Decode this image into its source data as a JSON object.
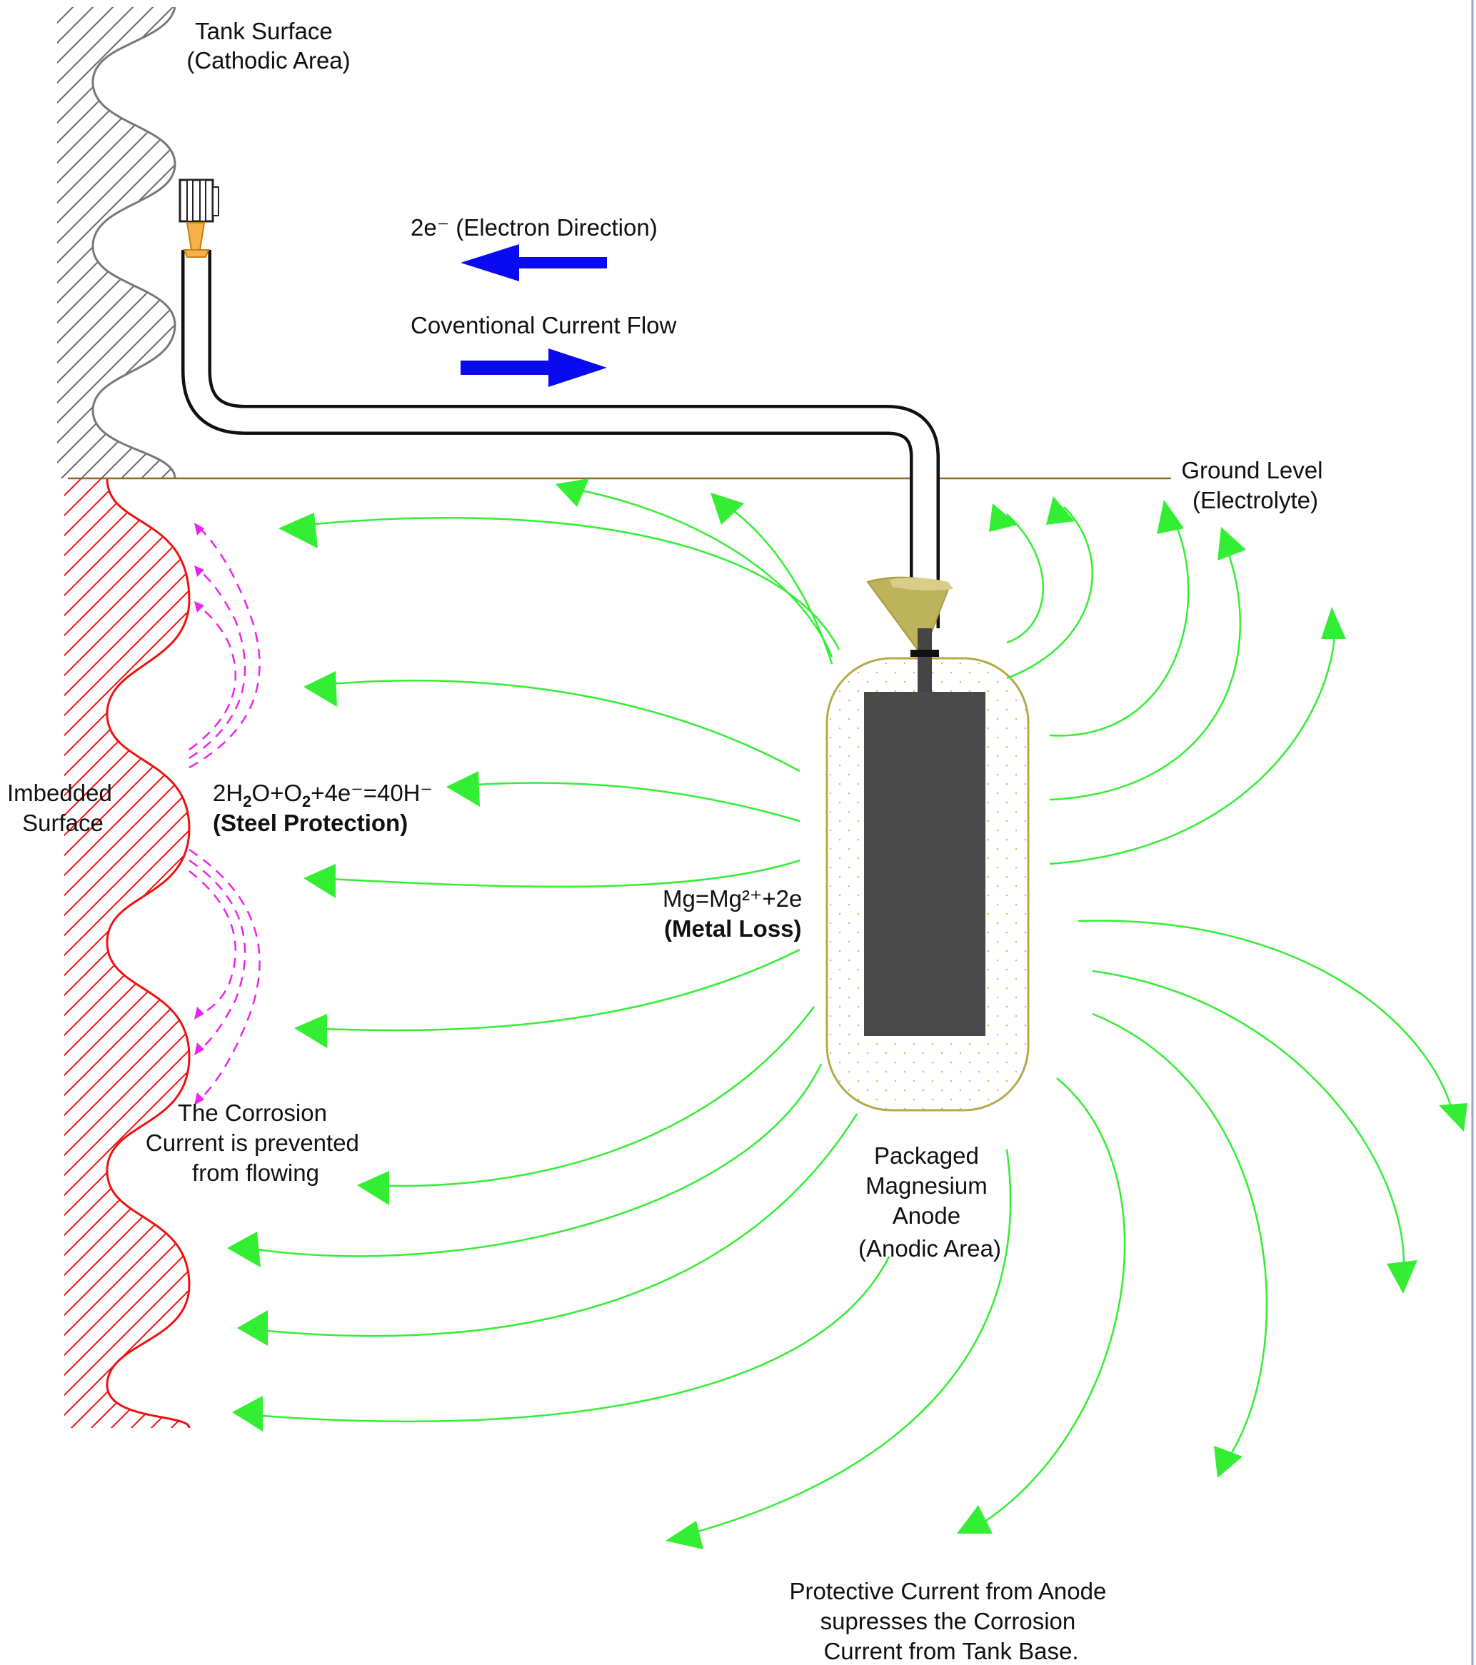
{
  "labels": {
    "tank_surface": [
      "Tank Surface",
      "(Cathodic Area)"
    ],
    "electron_direction": "2e⁻ (Electron Direction)",
    "conventional_current": "Coventional Current Flow",
    "ground_level": [
      "Ground Level",
      "(Electrolyte)"
    ],
    "imbedded_surface": [
      "Imbedded",
      "Surface"
    ],
    "steel_reaction": {
      "a": "2H",
      "b": "2",
      "c": "O+O",
      "d": "2",
      "e": "+4e⁻=40H⁻"
    },
    "steel_protection": "(Steel Protection)",
    "anode_reaction": "Mg=Mg²⁺+2e",
    "metal_loss": "(Metal Loss)",
    "corrosion_current": [
      "The Corrosion",
      "Current is prevented",
      "from flowing"
    ],
    "packaged_anode": [
      "Packaged",
      "Magnesium",
      "Anode",
      "(Anodic Area)"
    ],
    "protective_current": [
      "Protective Current from Anode",
      "supresses the Corrosion",
      "Current from Tank Base."
    ]
  },
  "colors": {
    "field_lines": "#33ee33",
    "conventional_arrows": "#0a0af0",
    "corrosion_lines": "#ee22ee",
    "imbedded_surface": "#ee1111",
    "tank_surface": "#777777",
    "ground_line": "#8a6a2a",
    "anode_package": "#b5a84a",
    "anode_core": "#4a4a4a",
    "connector": "#f0a030"
  },
  "icons": [
    "terminal-icon",
    "electron-arrow-icon",
    "current-arrow-icon"
  ]
}
